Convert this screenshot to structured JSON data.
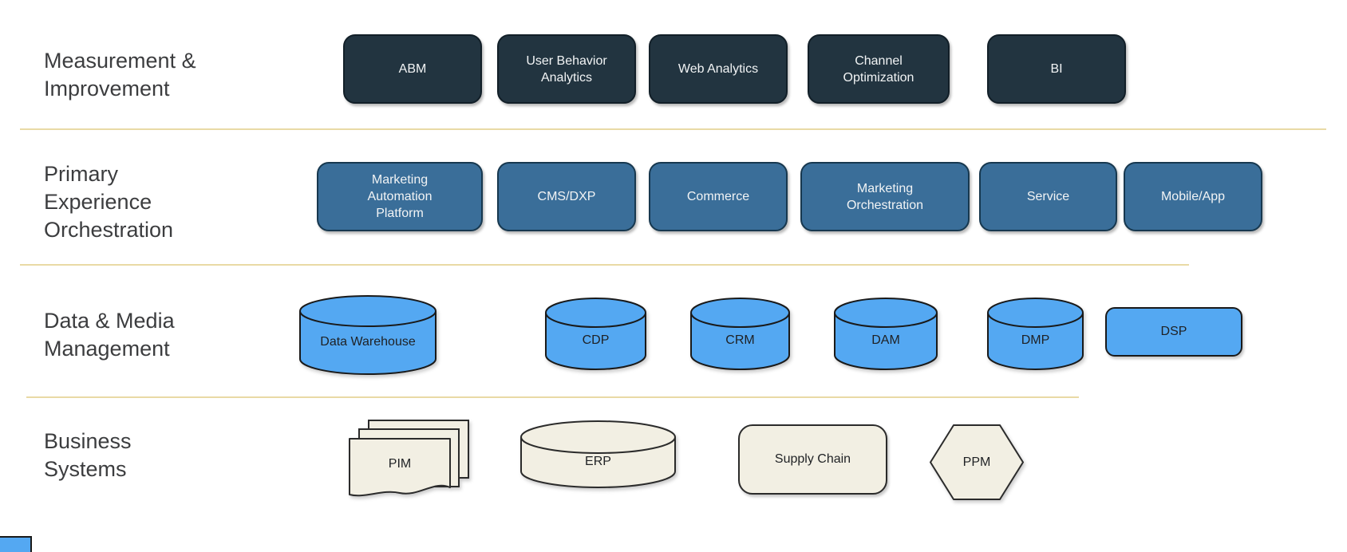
{
  "diagram_type": "marketing-technology-stack",
  "colors": {
    "background": "#FFFFFF",
    "divider": "#E9DAA5",
    "row1_fill": "#223440",
    "row2_fill": "#3A6E99",
    "row3_fill": "#54A8F2",
    "row4_fill": "#F2EFE3",
    "box_text_light": "#F2F4F5",
    "shape_text_dark": "#1F2124",
    "category_label_text": "#3C3D3F"
  },
  "rows": [
    {
      "name": "Measurement & Improvement",
      "label_lines": [
        "Measurement &",
        "Improvement"
      ],
      "shape": "rounded-rectangle",
      "items": [
        {
          "label": "ABM"
        },
        {
          "label": "User Behavior Analytics"
        },
        {
          "label": "Web Analytics"
        },
        {
          "label": "Channel Optimization"
        },
        {
          "label": "BI"
        }
      ]
    },
    {
      "name": "Primary Experience Orchestration",
      "label_lines": [
        "Primary",
        "Experience",
        "Orchestration"
      ],
      "shape": "rounded-rectangle",
      "items": [
        {
          "label": "Marketing Automation Platform"
        },
        {
          "label": "CMS/DXP"
        },
        {
          "label": "Commerce"
        },
        {
          "label": "Marketing Orchestration"
        },
        {
          "label": "Service"
        },
        {
          "label": "Mobile/App"
        }
      ]
    },
    {
      "name": "Data & Media Management",
      "label_lines": [
        "Data & Media",
        "Management"
      ],
      "items": [
        {
          "label": "Data Warehouse",
          "shape": "cylinder"
        },
        {
          "label": "CDP",
          "shape": "cylinder"
        },
        {
          "label": "CRM",
          "shape": "cylinder"
        },
        {
          "label": "DAM",
          "shape": "cylinder"
        },
        {
          "label": "DMP",
          "shape": "cylinder"
        },
        {
          "label": "DSP",
          "shape": "rounded-rectangle"
        }
      ]
    },
    {
      "name": "Business Systems",
      "label_lines": [
        "Business",
        "Systems"
      ],
      "items": [
        {
          "label": "PIM",
          "shape": "multi-document"
        },
        {
          "label": "ERP",
          "shape": "cylinder"
        },
        {
          "label": "Supply Chain",
          "shape": "rounded-rectangle"
        },
        {
          "label": "PPM",
          "shape": "hexagon"
        }
      ]
    }
  ],
  "clipped_shape": {
    "position": "bottom-left",
    "fill": "#54A8F2"
  }
}
